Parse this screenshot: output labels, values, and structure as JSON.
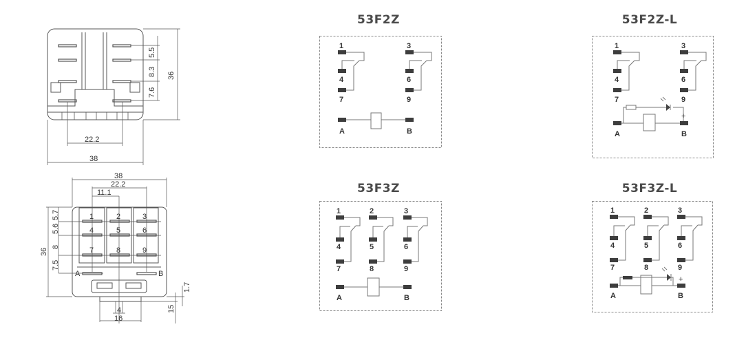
{
  "drawings": {
    "side_view": {
      "dims": {
        "p1": "5.5",
        "p2": "8.3",
        "p3": "7.6",
        "height": "36",
        "inner_width": "22.2",
        "width": "38"
      }
    },
    "bottom_view": {
      "dims": {
        "width": "38",
        "span": "22.2",
        "half": "11.1",
        "height": "36",
        "row1": "5.7",
        "row2": "5.6",
        "row3": "8",
        "row4": "7.5",
        "pin_len": "1.7",
        "base_h": "15",
        "tab_w": "4",
        "base_w": "16"
      },
      "pins": [
        "1",
        "2",
        "3",
        "4",
        "5",
        "6",
        "7",
        "8",
        "9"
      ],
      "coil_left": "A",
      "coil_right": "B"
    }
  },
  "schematics": [
    {
      "title": "53F2Z",
      "pins_top": [
        "1",
        "3"
      ],
      "pins_mid": [
        "4",
        "6"
      ],
      "pins_bot": [
        "7",
        "9"
      ],
      "coil": [
        "A",
        "B"
      ]
    },
    {
      "title": "53F2Z-L",
      "pins_top": [
        "1",
        "3"
      ],
      "pins_mid": [
        "4",
        "6"
      ],
      "pins_bot": [
        "7",
        "9"
      ],
      "coil": [
        "A",
        "B"
      ],
      "polarity": "+"
    },
    {
      "title": "53F3Z",
      "pins_top": [
        "1",
        "2",
        "3"
      ],
      "pins_mid": [
        "4",
        "5",
        "6"
      ],
      "pins_bot": [
        "7",
        "8",
        "9"
      ],
      "coil": [
        "A",
        "B"
      ]
    },
    {
      "title": "53F3Z-L",
      "pins_top": [
        "1",
        "2",
        "3"
      ],
      "pins_mid": [
        "4",
        "5",
        "6"
      ],
      "pins_bot": [
        "7",
        "8",
        "9"
      ],
      "coil": [
        "A",
        "B"
      ],
      "polarity": "+"
    }
  ],
  "colors": {
    "line": "#555555",
    "pin": "#3d3d3d",
    "dash": "#888888",
    "title": "#4a4a4a"
  }
}
